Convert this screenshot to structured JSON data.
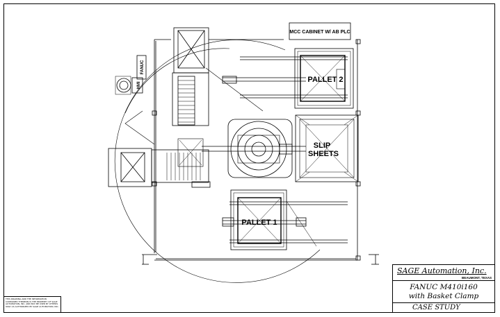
{
  "diagram": {
    "labels": {
      "mcc_cabinet": "MCC CABINET W/ AB PLC",
      "hmi": "HMI",
      "fanuc_controller": "FANUC",
      "pallet_2": "PALLET 2",
      "pallet_1": "PALLET 1",
      "slip_line1": "SLIP",
      "slip_line2": "SHEETS"
    }
  },
  "disclaimer": {
    "text": "THIS DRAWING AND THE INFORMATION CONTAINED THEREON IS THE PROPERTY OF SAGE AUTOMATION, INC. AND MAY BE USED BY OTHERS ONLY AS AUTHORIZED BY SAGE AUTOMATION, INC."
  },
  "title_block": {
    "company": "SAGE Automation, Inc.",
    "location": "BEAUMONT, TEXAS",
    "project_line1": "FANUC M410i160",
    "project_line2": "with Basket Clamp",
    "drawing_type": "CASE STUDY"
  }
}
